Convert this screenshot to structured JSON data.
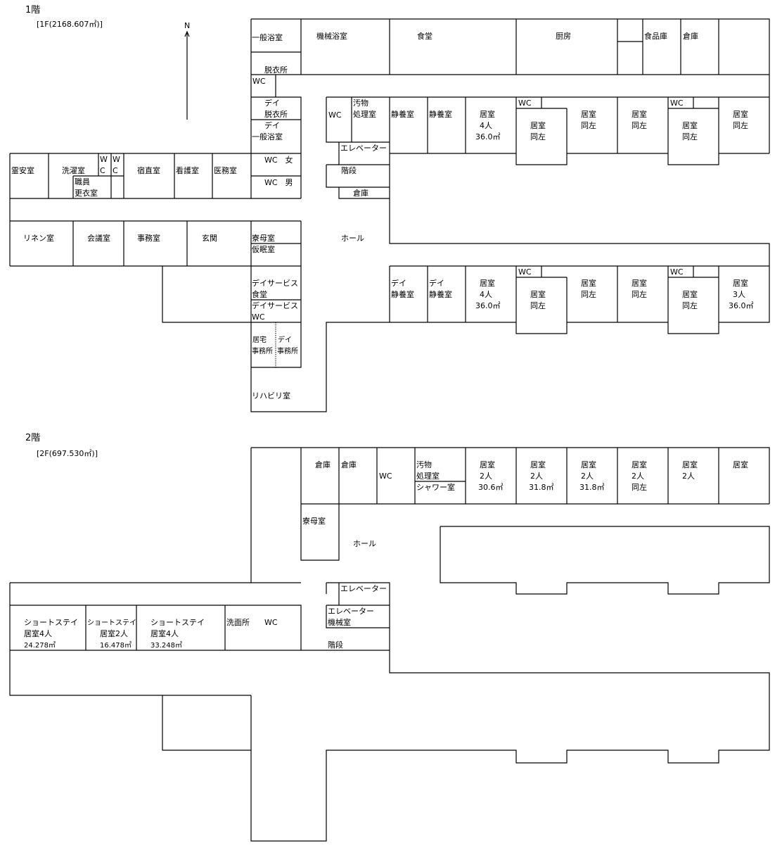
{
  "floor1": {
    "title": "1階",
    "area": "[1F(2168.607㎡)]",
    "north": "N",
    "labels": [
      "一般浴室",
      "機械浴室",
      "食堂",
      "厨房",
      "食品庫",
      "倉庫",
      "脱衣所",
      "WC",
      "デイ",
      "脱衣所",
      "デイ",
      "一般浴室",
      "WC　女",
      "WC　男",
      "WC",
      "汚物",
      "処理室",
      "静養室",
      "静養室",
      "居室",
      "4人",
      "36.0㎡",
      "WC",
      "居室",
      "同左",
      "居室",
      "同左",
      "居室",
      "同左",
      "WC",
      "居室",
      "同左",
      "居室",
      "同左",
      "エレベーター",
      "階段",
      "倉庫",
      "霊安室",
      "洗濯室",
      "W",
      "C",
      "W",
      "C",
      "職員",
      "更衣室",
      "宿直室",
      "看護室",
      "医務室",
      "リネン室",
      "会議室",
      "事務室",
      "玄関",
      "寮母室",
      "仮眠室",
      "ホール",
      "デイサービス",
      "食堂",
      "デイサービス",
      "WC",
      "居宅",
      "事務所",
      "デイ",
      "事務所",
      "リハビリ室",
      "デイ",
      "静養室",
      "デイ",
      "静養室",
      "居室",
      "4人",
      "36.0㎡",
      "WC",
      "居室",
      "同左",
      "居室",
      "同左",
      "居室",
      "同左",
      "WC",
      "居室",
      "同左",
      "居室",
      "3人",
      "36.0㎡"
    ]
  },
  "floor2": {
    "title": "2階",
    "area": "[2F(697.530㎡)]",
    "labels": [
      "倉庫",
      "倉庫",
      "WC",
      "汚物",
      "処理室",
      "シャワー室",
      "居室",
      "2人",
      "30.6㎡",
      "居室",
      "2人",
      "31.8㎡",
      "居室",
      "2人",
      "31.8㎡",
      "居室",
      "2人",
      "同左",
      "居室",
      "2人",
      "居室",
      "寮母室",
      "ホール",
      "エレベーター",
      "エレベーター",
      "機械室",
      "階段",
      "ショートステイ",
      "居室4人",
      "24.278㎡",
      "ショートステイ",
      "居室2人",
      "16.478㎡",
      "ショートステイ",
      "居室4人",
      "33.248㎡",
      "洗面所",
      "WC"
    ]
  }
}
